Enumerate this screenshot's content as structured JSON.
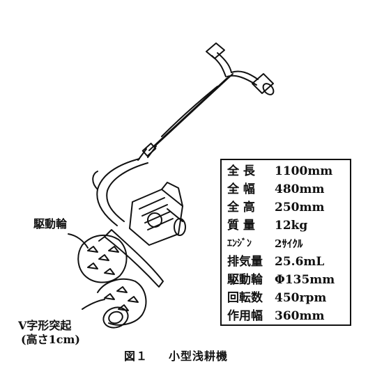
{
  "specs": [
    {
      "label": "全 長",
      "value": "1100mm"
    },
    {
      "label": "全 幅",
      "value": "480mm"
    },
    {
      "label": "全 高",
      "value": "250mm"
    },
    {
      "label": "質 量",
      "value": "12kg"
    },
    {
      "label": "ｴﾝｼﾞﾝ",
      "value": "2ｻｲｸﾙ"
    },
    {
      "label": "排気量",
      "value": "25.6mL"
    },
    {
      "label": "駆動輪",
      "value": "Φ135mm"
    },
    {
      "label": "回転数",
      "value": "450rpm"
    },
    {
      "label": "作用幅",
      "value": "360mm"
    }
  ],
  "callouts": {
    "drive_wheel": "駆動輪",
    "v_protrusion_line1": "V字形突起",
    "v_protrusion_line2": "(高さ1cm)"
  },
  "caption": {
    "figure_number": "図１",
    "title": "小型浅耕機"
  }
}
